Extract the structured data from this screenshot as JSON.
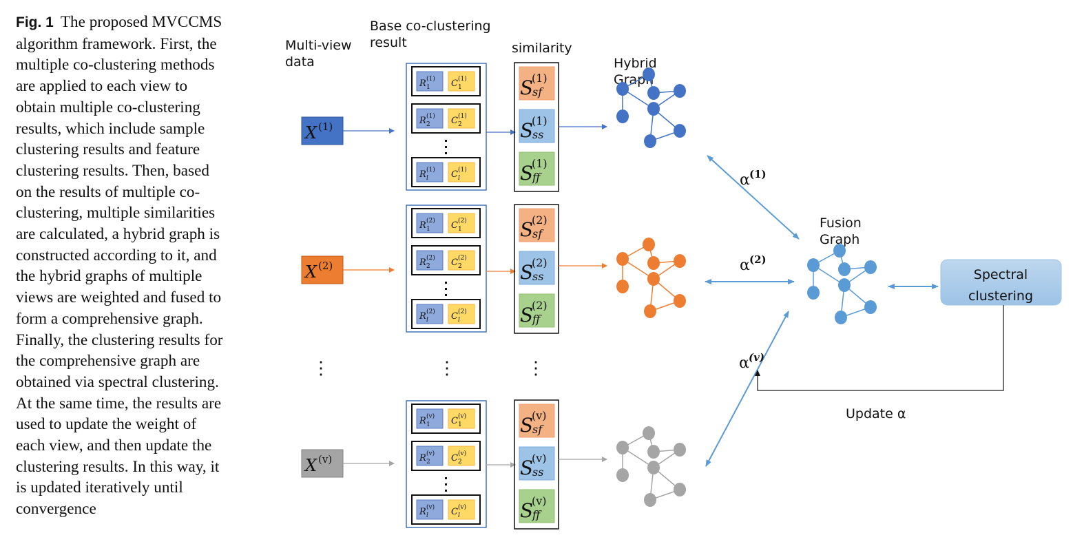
{
  "caption": {
    "label": "Fig. 1",
    "lines": [
      "The proposed MVCCMS",
      "algorithm framework. First, the",
      "multiple co-clustering methods",
      "are applied to each view to",
      "obtain multiple co-clustering",
      "results, which include sample",
      "clustering results and feature",
      "clustering results. Then, based",
      "on the results of multiple co-",
      "clustering, multiple similarities",
      "are calculated, a hybrid graph is",
      "constructed according to it, and",
      "the hybrid graphs of multiple",
      "views are weighted and fused to",
      "form a comprehensive graph.",
      "Finally, the clustering results for",
      "the comprehensive graph are",
      "obtained via spectral clustering.",
      "At the same time, the results are",
      "used to update the weight of",
      "each view, and then update the",
      "clustering results. In this way, it",
      "is updated iteratively until",
      "convergence"
    ]
  },
  "headers": {
    "multiview_1": "Multi-view",
    "multiview_2": "data",
    "base_1": "Base co-clustering",
    "base_2": "result",
    "similarity": "similarity",
    "hybrid_1": "Hybrid",
    "hybrid_2": "Graph",
    "fusion_1": "Fusion",
    "fusion_2": "Graph"
  },
  "views": [
    {
      "id": "1",
      "x_label": "X",
      "sup": "(1)",
      "color": "#4472C4",
      "arrow_color": "#4472C4",
      "graph_color": "#4472C4",
      "rows": [
        {
          "r": "R",
          "rsub": "1",
          "c": "C",
          "csub": "1"
        },
        {
          "r": "R",
          "rsub": "2",
          "c": "C",
          "csub": "2"
        },
        {
          "r": "R",
          "rsub": "l",
          "c": "C",
          "csub": "l"
        }
      ],
      "sims": [
        {
          "sub": "sf"
        },
        {
          "sub": "ss"
        },
        {
          "sub": "ff"
        }
      ],
      "alpha": "α",
      "alpha_sup": "(1)"
    },
    {
      "id": "2",
      "x_label": "X",
      "sup": "(2)",
      "color": "#ED7D31",
      "arrow_color": "#ED7D31",
      "graph_color": "#ED7D31",
      "rows": [
        {
          "r": "R",
          "rsub": "1",
          "c": "C",
          "csub": "1"
        },
        {
          "r": "R",
          "rsub": "2",
          "c": "C",
          "csub": "2"
        },
        {
          "r": "R",
          "rsub": "l",
          "c": "C",
          "csub": "l"
        }
      ],
      "sims": [
        {
          "sub": "sf"
        },
        {
          "sub": "ss"
        },
        {
          "sub": "ff"
        }
      ],
      "alpha": "α",
      "alpha_sup": "(2)"
    },
    {
      "id": "v",
      "x_label": "X",
      "sup": "(v)",
      "color": "#A5A5A5",
      "arrow_color": "#A5A5A5",
      "graph_color": "#A5A5A5",
      "rows": [
        {
          "r": "R",
          "rsub": "1",
          "c": "C",
          "csub": "1"
        },
        {
          "r": "R",
          "rsub": "2",
          "c": "C",
          "csub": "2"
        },
        {
          "r": "R",
          "rsub": "l",
          "c": "C",
          "csub": "l"
        }
      ],
      "sims": [
        {
          "sub": "sf"
        },
        {
          "sub": "ss"
        },
        {
          "sub": "ff"
        }
      ],
      "alpha": "α",
      "alpha_sup": "(v)"
    }
  ],
  "sim_symbol": "S",
  "ellipsis": "⋮",
  "fusion_color": "#5B9BD5",
  "spectral": {
    "line1": "Spectral",
    "line2": "clustering"
  },
  "update_label": "Update α",
  "colors": {
    "r_fill": "#8EA9DB",
    "r_stroke": "#5B7BC0",
    "c_fill": "#FFD966",
    "c_stroke": "#F4B942",
    "sf_fill": "#F4B183",
    "sf_stroke": "#F0A070",
    "ss_fill": "#9DC3E6",
    "ss_stroke": "#7FAEDC",
    "ff_fill": "#A9D18E",
    "ff_stroke": "#8FC06F",
    "container_stroke": "#4472C4",
    "alpha_arrow": "#5B9BD5",
    "spectral_fill": "#9DC3E6"
  }
}
